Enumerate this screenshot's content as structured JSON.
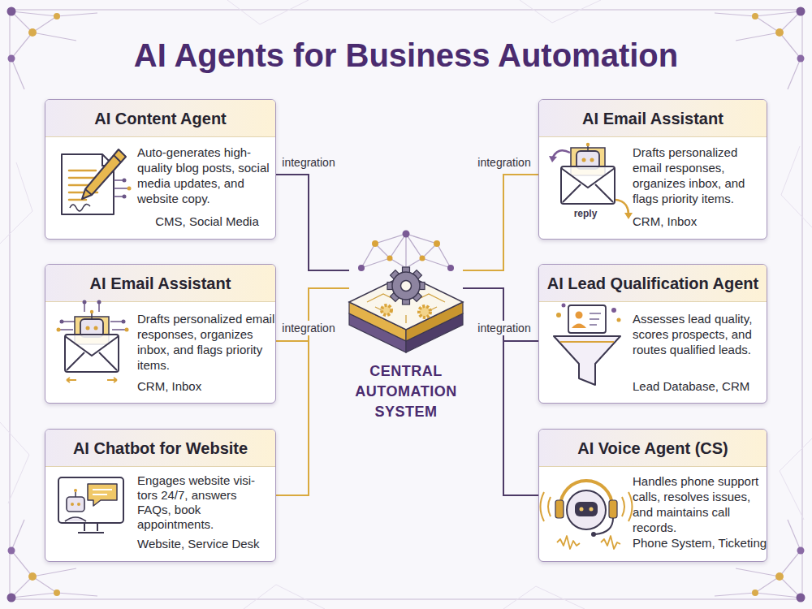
{
  "diagram": {
    "title": "AI Agents for Business Automation",
    "nodes": [
      {
        "text": [
          "AI Content Agent",
          "Auto-generates high-quality blog posts, social media updates, and website copy.",
          "CMS, Social Media"
        ]
      },
      {
        "text": [
          "AI Email Assistant",
          "Drafts personalized email responses, organizes inbox, and flags priority items.",
          "CRM, Inbox"
        ]
      },
      {
        "text": [
          "AI Chatbot for Website",
          "Engages website visi-tors 24/7, answers FAQs, book appointments.",
          "Website, Service Desk"
        ]
      },
      {
        "text": [
          "AI Email Assistant",
          "Drafts personalized email responses, organizes inbox, and flags priority items.",
          "CRM, Inbox"
        ]
      },
      {
        "text": [
          "AI Lead Qualification Agent",
          "Assesses lead quality, scores prospects, and routes qualified leads.",
          "Lead Database, CRM"
        ]
      },
      {
        "text": [
          "AI Voice Agent (CS)",
          "Handles phone support calls, resolves issues, and maintains call records.",
          "Phone System, Ticketing"
        ]
      },
      {
        "text": [
          "CENTRAL AUTOMATION SYSTEM"
        ]
      }
    ],
    "edges": [
      {
        "from": 0,
        "to": 6,
        "label": "integration",
        "arrow": "none"
      },
      {
        "from": 1,
        "to": 6,
        "label": "integration",
        "arrow": "none"
      },
      {
        "from": 2,
        "to": 6,
        "arrow": "none"
      },
      {
        "from": 3,
        "to": 6,
        "label": "integration",
        "arrow": "none"
      },
      {
        "from": 4,
        "to": 6,
        "label": "integration",
        "arrow": "none"
      },
      {
        "from": 5,
        "to": 6,
        "arrow": "none"
      }
    ],
    "labels": [
      "reply"
    ]
  }
}
